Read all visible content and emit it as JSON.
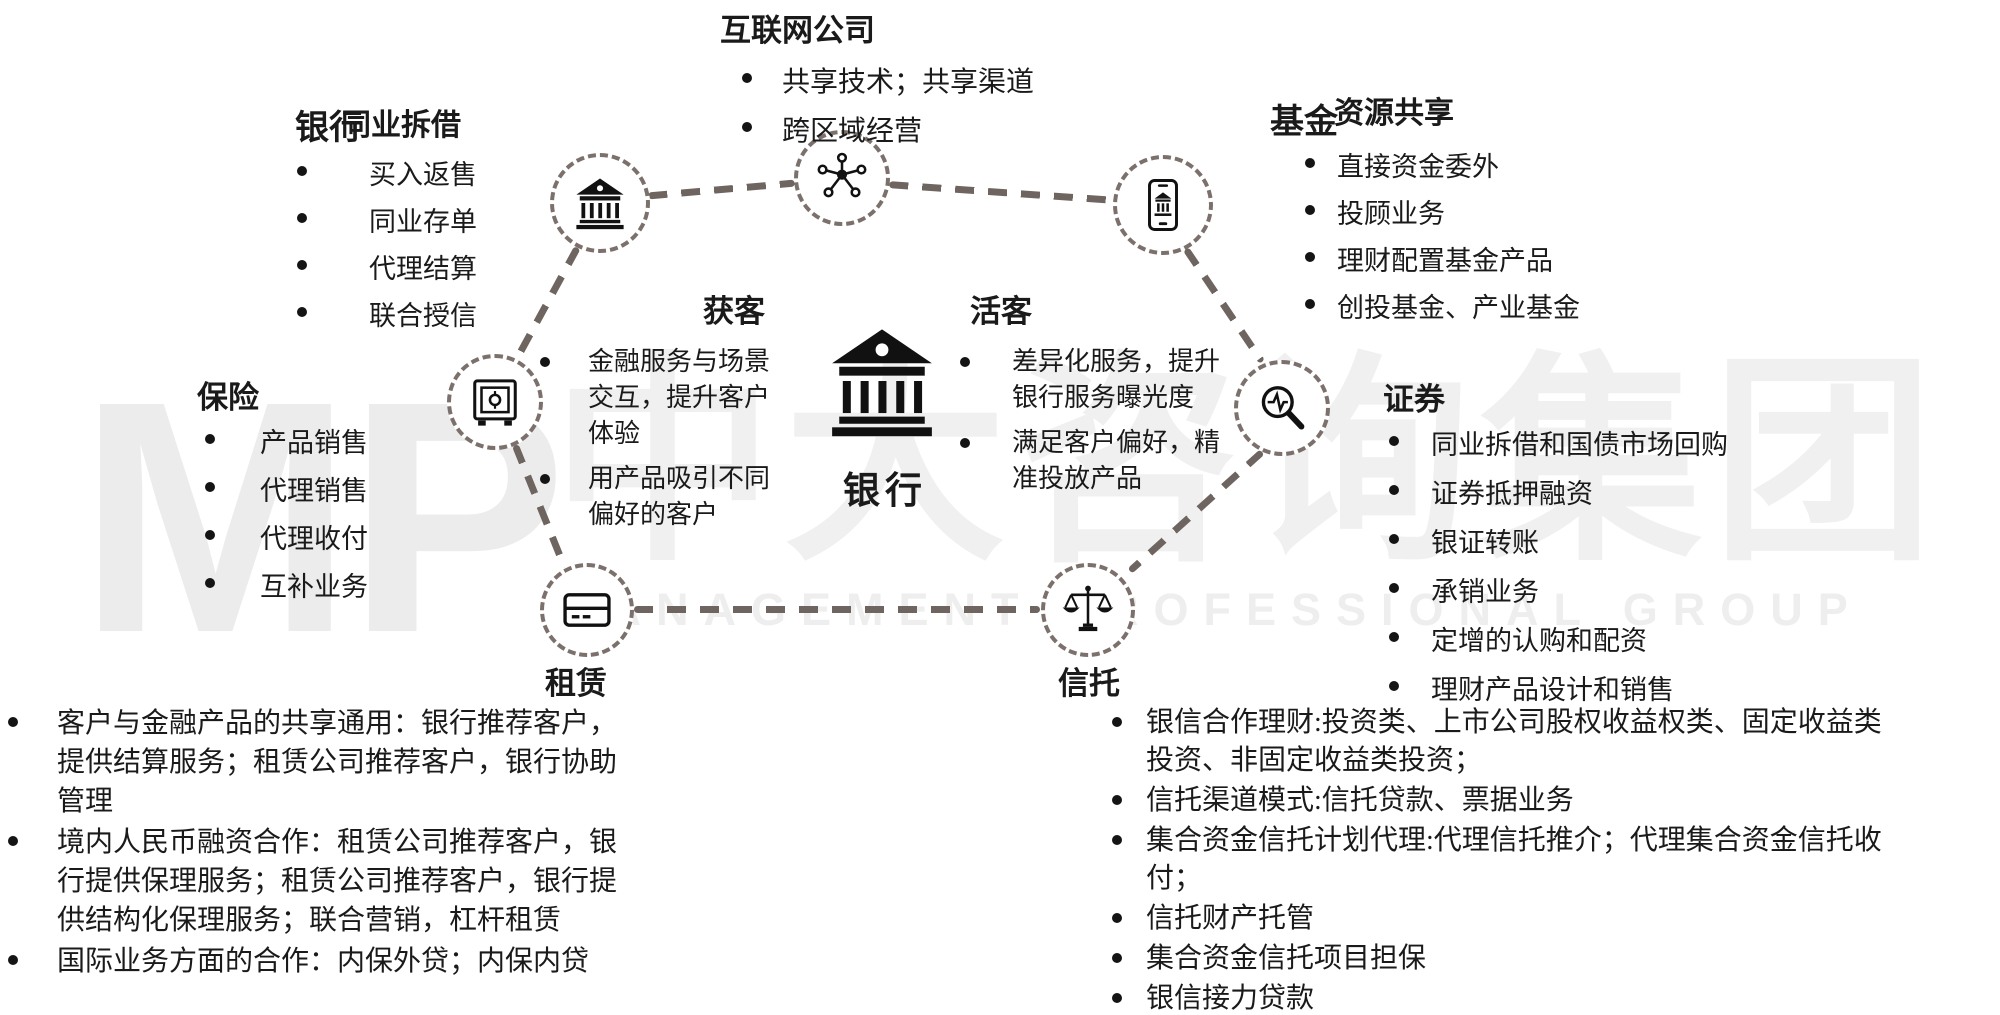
{
  "watermark": {
    "letters": "MP",
    "cn": "中大咨询集团",
    "en": "MANAGEMENT PROFESSIONAL GROUP"
  },
  "center": {
    "label": "银行"
  },
  "colors": {
    "text": "#1a1a1a",
    "dash_line": "#6f6560",
    "node_border": "#7b706b",
    "watermark": "#ececec",
    "background": "#ffffff"
  },
  "icons": {
    "interbank": "bank-building-icon",
    "internet": "network-nodes-icon",
    "fund": "mobile-banking-icon",
    "insurance": "safe-box-icon",
    "securities": "pulse-magnifier-icon",
    "leasing": "credit-card-icon",
    "trust": "balance-scales-icon",
    "center": "bank-building-icon"
  },
  "acquire": {
    "title": "获客",
    "bullets": [
      "金融服务与场景交互，提升客户体验",
      "用产品吸引不同偏好的客户"
    ]
  },
  "activate": {
    "title": "活客",
    "bullets": [
      "差异化服务，提升银行服务曝光度",
      "满足客户偏好，精准投放产品"
    ]
  },
  "sections": {
    "internet": {
      "title": "互联网公司",
      "bullets": [
        "共享技术；共享渠道",
        "跨区域经营"
      ]
    },
    "interbank": {
      "title_bold": "银行",
      "title_rest": "同业拆借",
      "bullets": [
        "买入返售",
        "同业存单",
        "代理结算",
        "联合授信"
      ]
    },
    "fund": {
      "title_bold": "基金",
      "title_rest": "资源共享",
      "bullets": [
        "直接资金委外",
        "投顾业务",
        "理财配置基金产品",
        "创投基金、产业基金"
      ]
    },
    "insurance": {
      "title": "保险",
      "bullets": [
        "产品销售",
        "代理销售",
        "代理收付",
        "互补业务"
      ]
    },
    "securities": {
      "title": "证券",
      "bullets": [
        "同业拆借和国债市场回购",
        "证券抵押融资",
        "银证转账",
        "承销业务",
        "定增的认购和配资",
        "理财产品设计和销售"
      ]
    },
    "leasing": {
      "title": "租赁",
      "bullets": [
        "客户与金融产品的共享通用：银行推荐客户，提供结算服务；租赁公司推荐客户，银行协助管理",
        "境内人民币融资合作：租赁公司推荐客户，银行提供保理服务；租赁公司推荐客户，银行提供结构化保理服务；联合营销，杠杆租赁",
        "国际业务方面的合作：内保外贷；内保内贷"
      ]
    },
    "trust": {
      "title": "信托",
      "bullets": [
        "银信合作理财:投资类、上市公司股权收益权类、固定收益类投资、非固定收益类投资；",
        "信托渠道模式:信托贷款、票据业务",
        "集合资金信托计划代理:代理信托推介；代理集合资金信托收付；",
        "信托财产托管",
        "集合资金信托项目担保",
        "银信接力贷款"
      ]
    }
  }
}
